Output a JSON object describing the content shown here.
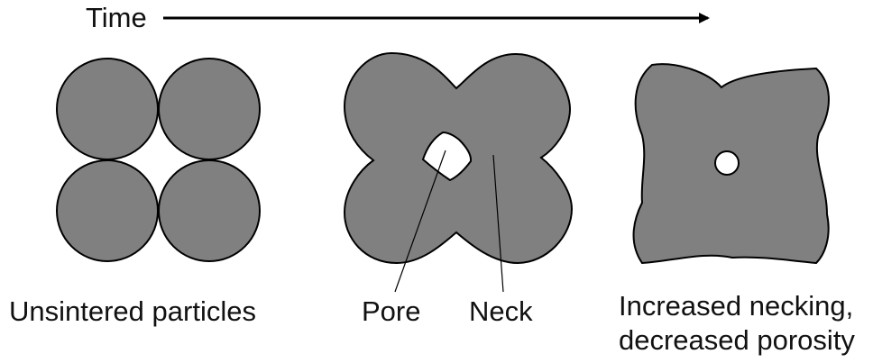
{
  "time_label": "Time",
  "labels": {
    "unsintered": "Unsintered particles",
    "pore": "Pore",
    "neck": "Neck",
    "increased_line1": "Increased necking,",
    "increased_line2": "decreased porosity"
  },
  "colors": {
    "particle_fill": "#808080",
    "outline": "#000000",
    "background": "#ffffff"
  }
}
